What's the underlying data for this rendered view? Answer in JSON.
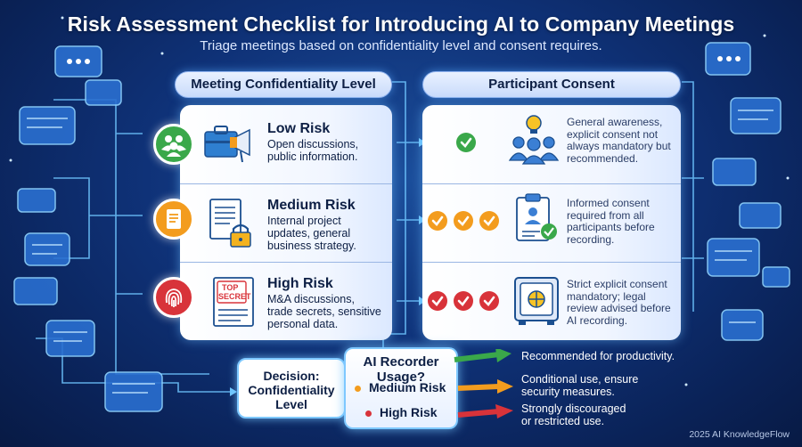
{
  "title": "Risk Assessment Checklist for Introducing AI to Company Meetings",
  "subtitle": "Triage meetings based on confidentiality level and consent requires.",
  "headers": {
    "confidentiality": "Meeting Confidentiality Level",
    "consent": "Participant Consent"
  },
  "rows": [
    {
      "level": "Low Risk",
      "desc_lines": [
        "Open discussions,",
        "public information."
      ],
      "consent_lines": [
        "General awareness,",
        "explicit consent not",
        "always mandatory but",
        "recommended."
      ],
      "checks": 1,
      "color": "#3aa84a"
    },
    {
      "level": "Medium Risk",
      "desc_lines": [
        "Internal project",
        "updates, general",
        "business strategy."
      ],
      "consent_lines": [
        "Informed consent",
        "required from all",
        "participants before",
        "recording."
      ],
      "checks": 3,
      "color": "#f39c1e"
    },
    {
      "level": "High Risk",
      "desc_lines": [
        "M&A discussions,",
        "trade secrets, sensitive",
        "personal data."
      ],
      "consent_lines": [
        "Strict explicit consent",
        "mandatory; legal",
        "review advised before",
        "AI recording."
      ],
      "checks": 3,
      "color": "#d8333a"
    }
  ],
  "top_secret_lines": [
    "TOP",
    "SECRET"
  ],
  "decision": {
    "lines": [
      "Decision:",
      "Confidentiality",
      "Level"
    ],
    "ai_title": "AI Recorder Usage?",
    "medium": "Medium Risk",
    "high": "High Risk"
  },
  "outcomes": {
    "low": [
      "Recommended for productivity."
    ],
    "medium": [
      "Conditional use, ensure",
      "security measures."
    ],
    "high": [
      "Strongly discouraged",
      "or restricted use."
    ]
  },
  "footer": "2025 AI KnowledgeFlow",
  "icons": {
    "row1": "team-icon",
    "row2": "document-icon",
    "row3": "fingerprint-icon",
    "low_illustration": "briefcase-megaphone-icon",
    "medium_illustration": "document-lock-icon",
    "high_illustration": "top-secret-document-icon",
    "low_consent": "people-lightbulb-icon",
    "medium_consent": "clipboard-check-icon",
    "high_consent": "vault-icon"
  },
  "colors": {
    "green": "#3aa84a",
    "orange": "#f39c1e",
    "red": "#d8333a",
    "background": "#0f3278",
    "glow": "#7ec8ff"
  }
}
